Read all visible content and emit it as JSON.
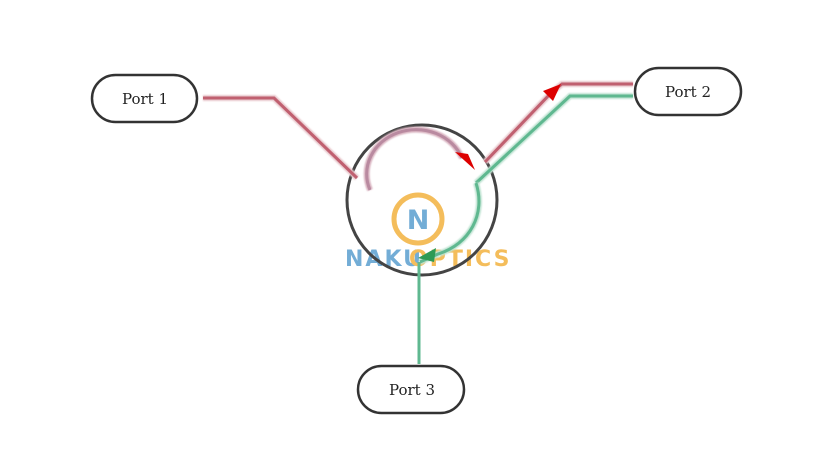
{
  "ports": {
    "port1": {
      "label": "Port 1"
    },
    "port2": {
      "label": "Port 2"
    },
    "port3": {
      "label": "Port 3"
    }
  },
  "watermark": {
    "letter": "N",
    "word_left": "NAKU",
    "word_right": "OPTICS"
  },
  "colors": {
    "red_path": "#cc6677",
    "red_arrow": "#dd0000",
    "green_path": "#5fb890",
    "green_arrow": "#2e9a55",
    "circulator_ring": "#444444",
    "port_border": "#333333",
    "logo_blue": "#5b9fd0",
    "logo_orange": "#f3b23f"
  },
  "signal_paths": [
    {
      "name": "port1-to-port2",
      "from": "Port 1",
      "to": "Port 2",
      "color": "red"
    },
    {
      "name": "port2-to-port3",
      "from": "Port 2",
      "to": "Port 3",
      "color": "green"
    }
  ]
}
